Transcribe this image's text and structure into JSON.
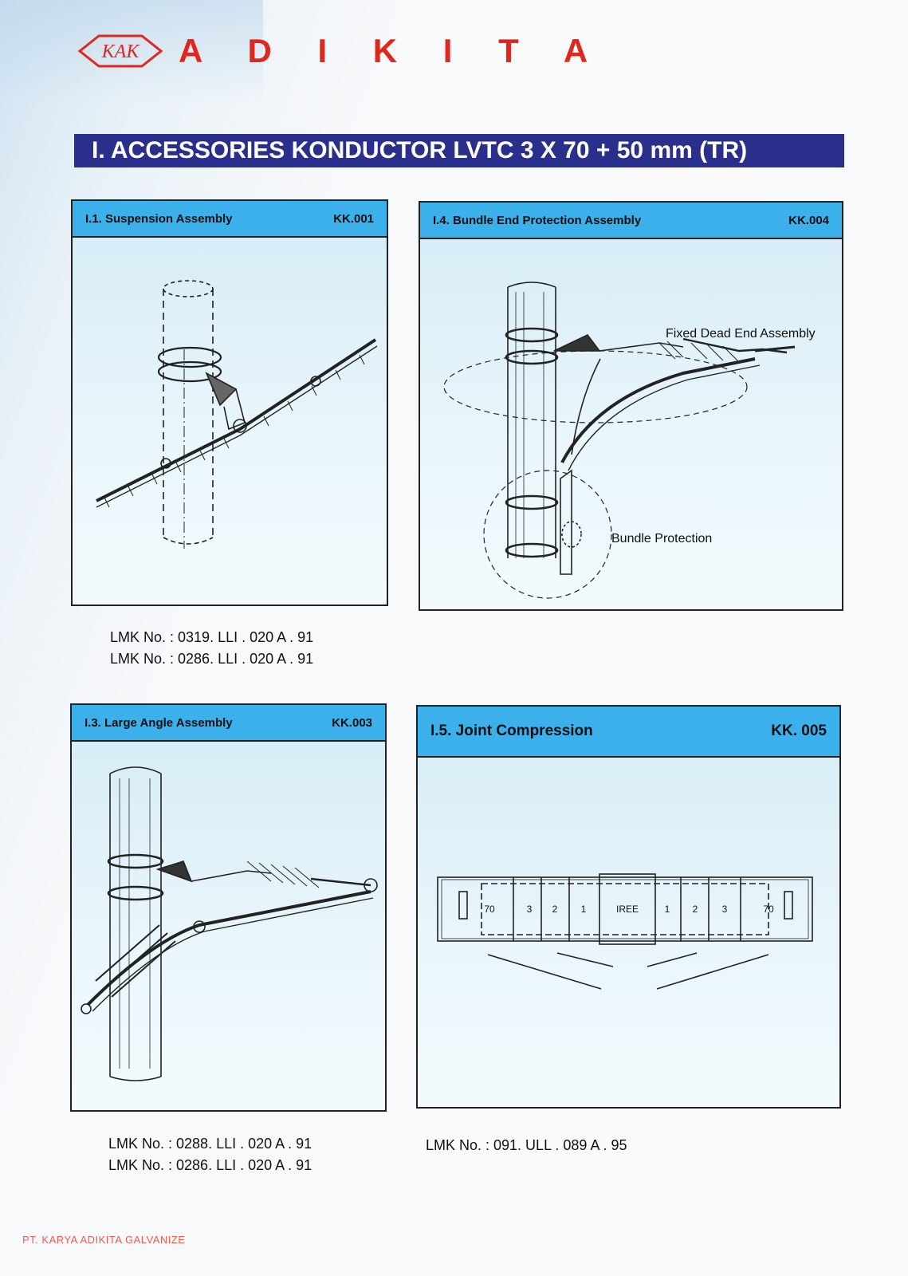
{
  "brand": {
    "logo_text": "KAK",
    "name": "A D I K I T A"
  },
  "section_title": "I. ACCESSORIES KONDUCTOR LVTC 3 X 70 + 50 mm (TR)",
  "panels": [
    {
      "title": "I.1. Suspension Assembly",
      "code": "KK.001",
      "labels": []
    },
    {
      "title": "I.4. Bundle End Protection Assembly",
      "code": "KK.004",
      "labels": [
        "Fixed Dead End Assembly",
        "Bundle Protection"
      ]
    },
    {
      "title": "I.3. Large Angle Assembly",
      "code": "KK.003",
      "labels": []
    },
    {
      "title": "I.5. Joint Compression",
      "code": "KK. 005",
      "labels": [
        "70",
        "3",
        "2",
        "1",
        "IREE",
        "1",
        "2",
        "3",
        "70"
      ]
    }
  ],
  "lmk": {
    "suspension": [
      "LMK No. : 0319. LLI . 020 A . 91",
      "LMK No. : 0286. LLI . 020 A . 91"
    ],
    "large_angle": [
      "LMK No. : 0288. LLI . 020 A . 91",
      "LMK No. : 0286. LLI . 020 A . 91"
    ],
    "joint": [
      "LMK No. : 091. ULL . 089 A . 95"
    ]
  },
  "footer": "PT. KARYA ADIKITA GALVANIZE",
  "colors": {
    "brand_red": "#e1261c",
    "title_bar": "#2b2f8c",
    "panel_header": "#3bb0ea"
  }
}
